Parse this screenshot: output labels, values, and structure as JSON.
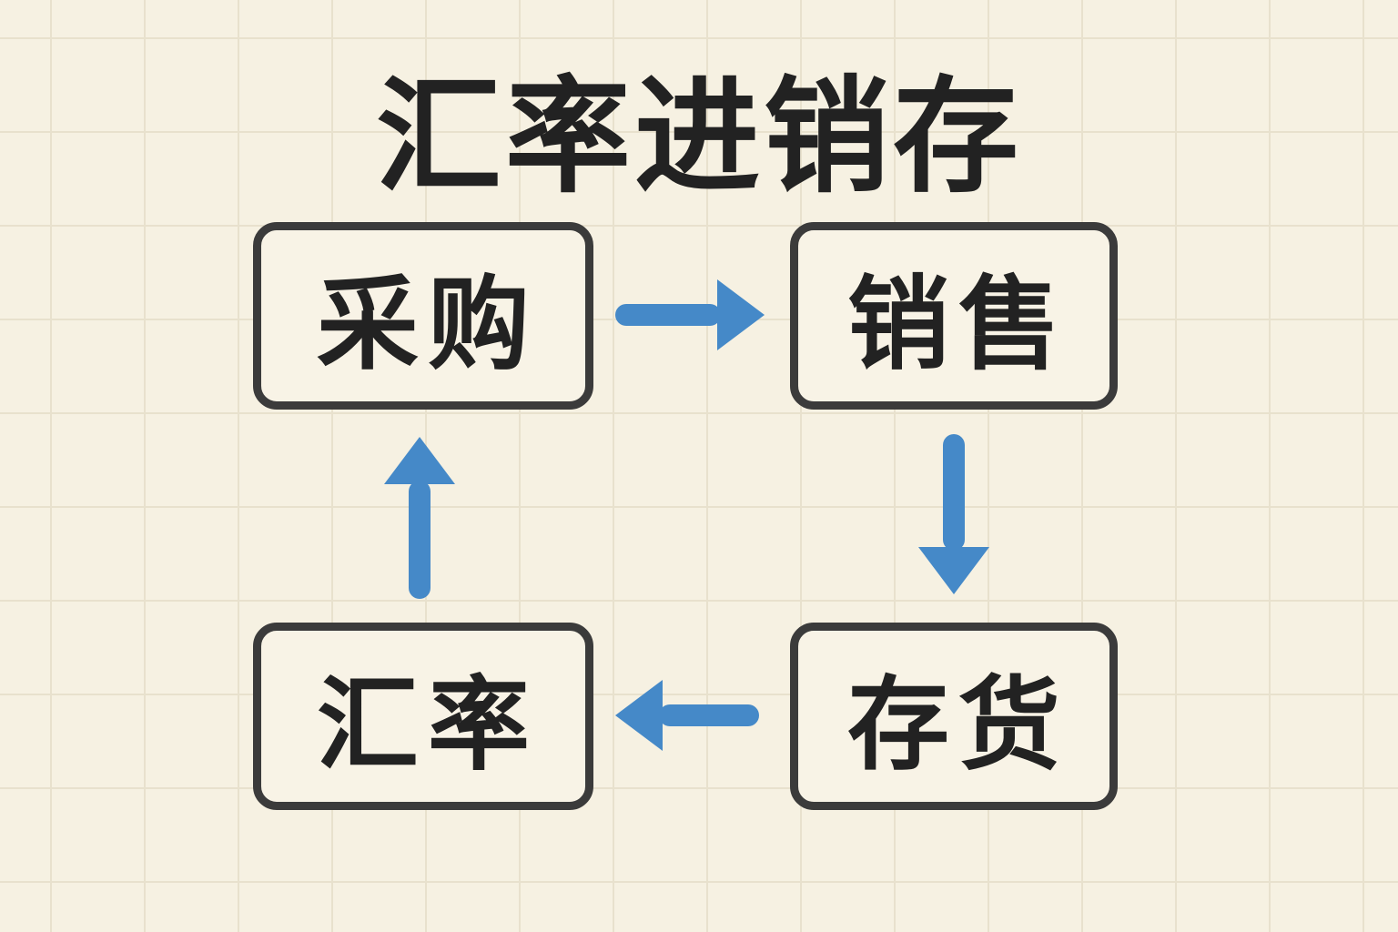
{
  "title": "汇率进销存",
  "diagram": {
    "type": "cycle-flowchart",
    "nodes": [
      {
        "id": "purchase",
        "label": "采购"
      },
      {
        "id": "sales",
        "label": "销售"
      },
      {
        "id": "inventory",
        "label": "存货"
      },
      {
        "id": "exchange-rate",
        "label": "汇率"
      }
    ],
    "edges": [
      {
        "from": "采购",
        "to": "销售",
        "direction": "right"
      },
      {
        "from": "销售",
        "to": "存货",
        "direction": "down"
      },
      {
        "from": "存货",
        "to": "汇率",
        "direction": "left"
      },
      {
        "from": "汇率",
        "to": "采购",
        "direction": "up"
      }
    ]
  },
  "colors": {
    "background": "#f6f1e2",
    "grid_line": "#e8e1cd",
    "box_border": "#3b3b3b",
    "box_fill": "#f8f3e6",
    "text": "#222222",
    "arrow": "#4589c8"
  }
}
